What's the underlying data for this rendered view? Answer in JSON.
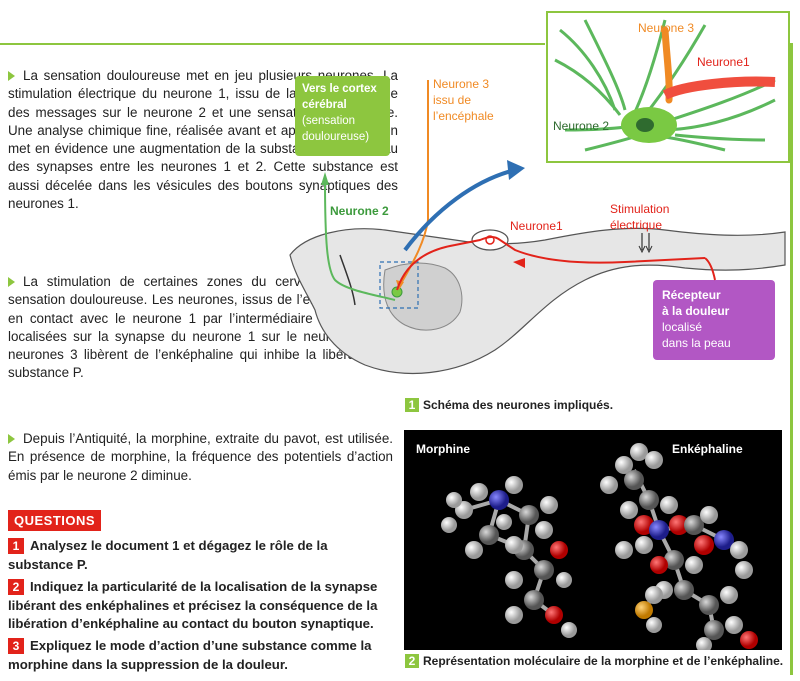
{
  "text": {
    "p1": "La sensation douloureuse met en jeu plusieurs neurones. La stimulation électrique du neurone 1, issu de la peau, provoque des messages sur le neurone 2 et une sensation douloureuse. Une analyse chimique fine, réalisée avant et après la stimulation met en évidence une augmentation de la substance P au niveau des synapses entre les neurones 1 et 2. Cette substance est aussi décelée dans les vésicules des boutons synaptiques des neurones 1.",
    "p2": "La stimulation de certaines zones du cerveau diminue la sensation douloureuse. Les neurones, issus de l’encéphale, sont en contact avec le neurone 1 par l’intermédiaire de synapses localisées sur la synapse du neurone 1 sur le neurone 2. Les neurones 3 libèrent de l’enképhaline qui inhibe la libération de substance P.",
    "p3": "Depuis l’Antiquité, la morphine, extraite du pavot, est utilisée. En présence de morphine, la fréquence des potentiels d’action émis par le neurone 2 diminue."
  },
  "questions": {
    "header": "QUESTIONS",
    "q1": {
      "num": "1",
      "text": "Analysez le document 1 et dégagez le rôle de la substance P."
    },
    "q2": {
      "num": "2",
      "text": "Indiquez la particularité de la localisation de la synapse libérant des enképhalines et précisez la conséquence de la libération d’enképhaline au contact du bouton synaptique."
    },
    "q3": {
      "num": "3",
      "text": "Expliquez le mode d’action d’une substance comme la morphine dans la suppression de la douleur."
    }
  },
  "diagram": {
    "cortex_box": [
      "Vers le cortex",
      "cérébral",
      "(sensation",
      "douloureuse)"
    ],
    "neurone3_label": "Neurone 3",
    "neurone3_sub": [
      "issu de",
      "l’encéphale"
    ],
    "neurone2_label": "Neurone 2",
    "neurone1_label": "Neurone1",
    "stimulation": [
      "Stimulation",
      "électrique"
    ],
    "recepteur_box": [
      "Récepteur",
      "à la douleur",
      "localisé",
      "dans la peau"
    ],
    "inset_neurone3": "Neurone 3",
    "inset_neurone1": "Neurone1",
    "inset_neurone2": "Neurone 2",
    "caption_num": "1",
    "caption": "Schéma des neurones impliqués."
  },
  "molecules": {
    "morphine_label": "Morphine",
    "enkephaline_label": "Enképhaline",
    "caption_num": "2",
    "caption": "Représentation moléculaire de la morphine et de l’enképhaline."
  },
  "colors": {
    "green": "#8dc63f",
    "red": "#e2231a",
    "orange": "#f08a24",
    "purple": "#b257c4",
    "neuron_green": "#5cb85c"
  }
}
